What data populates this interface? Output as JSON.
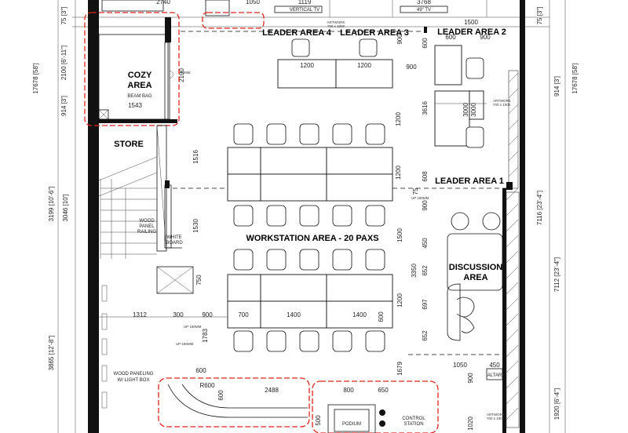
{
  "rooms": {
    "leader4": "LEADER AREA 4",
    "leader3": "LEADER AREA 3",
    "leader2": "LEADER AREA 2",
    "leader1": "LEADER AREA 1",
    "cozy": "COZY\nAREA",
    "store": "STORE",
    "workstation": "WORKSTATION AREA - 20 PAXS",
    "discussion": "DISCUSSION\nAREA"
  },
  "notes": {
    "bean_bag": "BEAM BAG",
    "vertical_tv": "VERTICAL TV",
    "tv": "49\" TV",
    "wood_panel_railing": "WOOD\nPANEL\nRAILING",
    "white_board": "WHITE\nBOARD",
    "wood_paneling": "WOOD PANELING\nW/ LIGHT BOX",
    "podium": "PODIUM",
    "control_station": "CONTROL\nSTATION",
    "altar": "ALTAR",
    "artwork_top": "ARTWORK\n700 x 1000",
    "artwork_right": "ARTWORK\n700 x 1000",
    "artwork_bottom": "ARTWORK\n700 x 1000",
    "mm_30": "30MM",
    "up_180_a": "UP 180MM",
    "up_180_b": "UP 180MM",
    "up_180_c": "UP 180MM"
  },
  "dimensions": {
    "top": [
      "2740",
      "1050",
      "1119",
      "3768"
    ],
    "left_outer": [
      "75 [3\"]",
      "2100 [6'-11\"]",
      "914 [3']",
      "3199 [10'-6\"]",
      "3865 [12'-8\"]"
    ],
    "left_outer2": [
      "17678 [58']",
      "3046 [10']"
    ],
    "right_outer": [
      "75 [3\"]",
      "914 [3']",
      "7116 [23'-4\"]",
      "7112 [23'-4\"]",
      "1920 [6'-4\"]"
    ],
    "right_outer2": [
      "17678 [58']"
    ],
    "cozy_width": "1543",
    "cozy_height": "2100",
    "col_1516": "1516",
    "col_1530": "1530",
    "desk_1200_a": "1200",
    "desk_1200_b": "1200",
    "col_900_a": "900",
    "col_900_b": "900",
    "col_1200_a": "1200",
    "col_1200_b": "1200",
    "col_3616": "3616",
    "col_608": "608",
    "col_75": "75",
    "col_1500": "1500",
    "lead2_1500": "1500",
    "lead2_900": "900",
    "lead2_600": "600",
    "col_600_d": "600",
    "disc_900": "900",
    "disc_450": "450",
    "disc_3350": "3350",
    "disc_652a": "652",
    "disc_697": "697",
    "disc_652b": "652",
    "col_1679": "1679",
    "col_1200_c": "1200",
    "row_1312": "1312",
    "row_300": "300",
    "row_900": "900",
    "row_700": "700",
    "row_1400_a": "1400",
    "row_1400_b": "1400",
    "row_600": "600",
    "row_600_b": "600",
    "row_1783": "1783",
    "row_750": "750",
    "row_2488": "2488",
    "row_600_c": "600",
    "row_r600": "R600",
    "row_800": "800",
    "row_650": "650",
    "row_500": "500",
    "row_1050": "1050",
    "row_450": "450",
    "row_900_b": "900",
    "row_1020": "1020",
    "lead3_3000": "3000",
    "lead1_3000": "3000"
  },
  "colors": {
    "markup_cloud": "#e0241b",
    "wall": "#111111",
    "background": "#ffffff"
  }
}
